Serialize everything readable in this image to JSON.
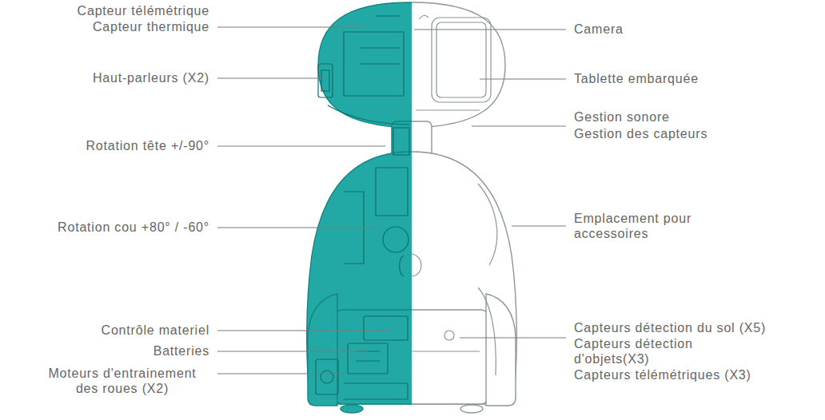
{
  "diagram": {
    "labels": [
      "Capteur télémétrique",
      "Capteur thermique",
      "Haut-parleurs (X2)",
      "Rotation tête +/-90°",
      "Rotation cou +80° / -60°",
      "Contrôle materiel",
      "Batteries",
      "Moteurs d'entrainement des roues (X2)",
      "Camera",
      "Tablette embarquée",
      "Gestion sonore",
      "Gestion des capteurs",
      "Emplacement pour accessoires",
      "Capteurs détection du sol (X5)",
      "Capteurs détection d'objets(X3)",
      "Capteurs télémétriques (X3)"
    ]
  }
}
